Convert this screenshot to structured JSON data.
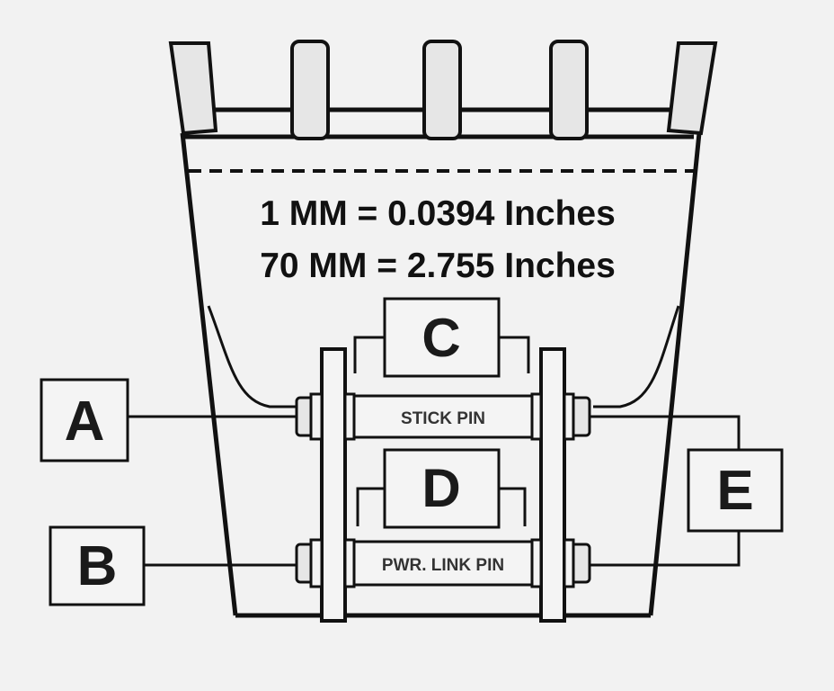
{
  "diagram": {
    "conversion": {
      "line1": "1 MM = 0.0394 Inches",
      "line2": "70 MM = 2.755 Inches"
    },
    "labels": {
      "a": "A",
      "b": "B",
      "c": "C",
      "d": "D",
      "e": "E"
    },
    "pins": {
      "stick": "STICK PIN",
      "power_link": "PWR. LINK PIN"
    },
    "colors": {
      "background": "#f2f2f2",
      "line": "#111111",
      "tooth_fill": "#e6e6e6",
      "box_fill": "#f4f4f4"
    }
  }
}
